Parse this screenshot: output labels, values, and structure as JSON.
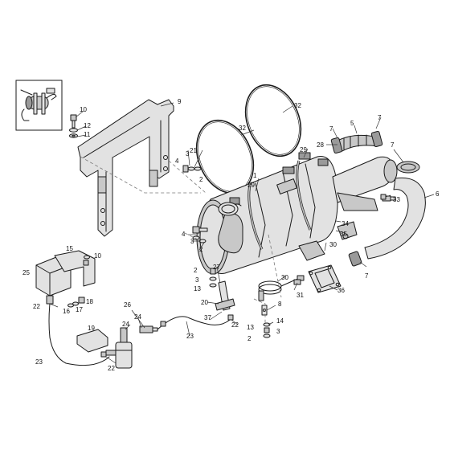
{
  "diagram": {
    "callouts": [
      {
        "id": "c1",
        "text": "1"
      },
      {
        "id": "c2a",
        "text": "2"
      },
      {
        "id": "c2b",
        "text": "2"
      },
      {
        "id": "c2c",
        "text": "2"
      },
      {
        "id": "c2d",
        "text": "2"
      },
      {
        "id": "c3a",
        "text": "3"
      },
      {
        "id": "c3b",
        "text": "3"
      },
      {
        "id": "c3c",
        "text": "3"
      },
      {
        "id": "c3d",
        "text": "3"
      },
      {
        "id": "c4a",
        "text": "4"
      },
      {
        "id": "c4b",
        "text": "4"
      },
      {
        "id": "c5",
        "text": "5"
      },
      {
        "id": "c6",
        "text": "6"
      },
      {
        "id": "c7a",
        "text": "7"
      },
      {
        "id": "c7b",
        "text": "7"
      },
      {
        "id": "c7c",
        "text": "7"
      },
      {
        "id": "c7d",
        "text": "7"
      },
      {
        "id": "c8",
        "text": "8"
      },
      {
        "id": "c9",
        "text": "9"
      },
      {
        "id": "c10a",
        "text": "10"
      },
      {
        "id": "c10b",
        "text": "10"
      },
      {
        "id": "c11",
        "text": "11"
      },
      {
        "id": "c12",
        "text": "12"
      },
      {
        "id": "c13a",
        "text": "13"
      },
      {
        "id": "c13b",
        "text": "13"
      },
      {
        "id": "c14",
        "text": "14"
      },
      {
        "id": "c15",
        "text": "15"
      },
      {
        "id": "c16",
        "text": "16"
      },
      {
        "id": "c17",
        "text": "17"
      },
      {
        "id": "c18",
        "text": "18"
      },
      {
        "id": "c19",
        "text": "19"
      },
      {
        "id": "c20",
        "text": "20"
      },
      {
        "id": "c21",
        "text": "21"
      },
      {
        "id": "c22a",
        "text": "22"
      },
      {
        "id": "c22b",
        "text": "22"
      },
      {
        "id": "c22c",
        "text": "22"
      },
      {
        "id": "c23a",
        "text": "23"
      },
      {
        "id": "c23b",
        "text": "23"
      },
      {
        "id": "c24a",
        "text": "24"
      },
      {
        "id": "c24b",
        "text": "24"
      },
      {
        "id": "c25",
        "text": "25"
      },
      {
        "id": "c26",
        "text": "26"
      },
      {
        "id": "c27",
        "text": "27"
      },
      {
        "id": "c28",
        "text": "28"
      },
      {
        "id": "c29a",
        "text": "29"
      },
      {
        "id": "c29b",
        "text": "29"
      },
      {
        "id": "c30a",
        "text": "30"
      },
      {
        "id": "c30b",
        "text": "30"
      },
      {
        "id": "c31",
        "text": "31"
      },
      {
        "id": "c32a",
        "text": "32"
      },
      {
        "id": "c32b",
        "text": "32"
      },
      {
        "id": "c33",
        "text": "33"
      },
      {
        "id": "c34",
        "text": "34"
      },
      {
        "id": "c35",
        "text": "35"
      },
      {
        "id": "c36",
        "text": "36"
      },
      {
        "id": "c37",
        "text": "37"
      }
    ]
  }
}
